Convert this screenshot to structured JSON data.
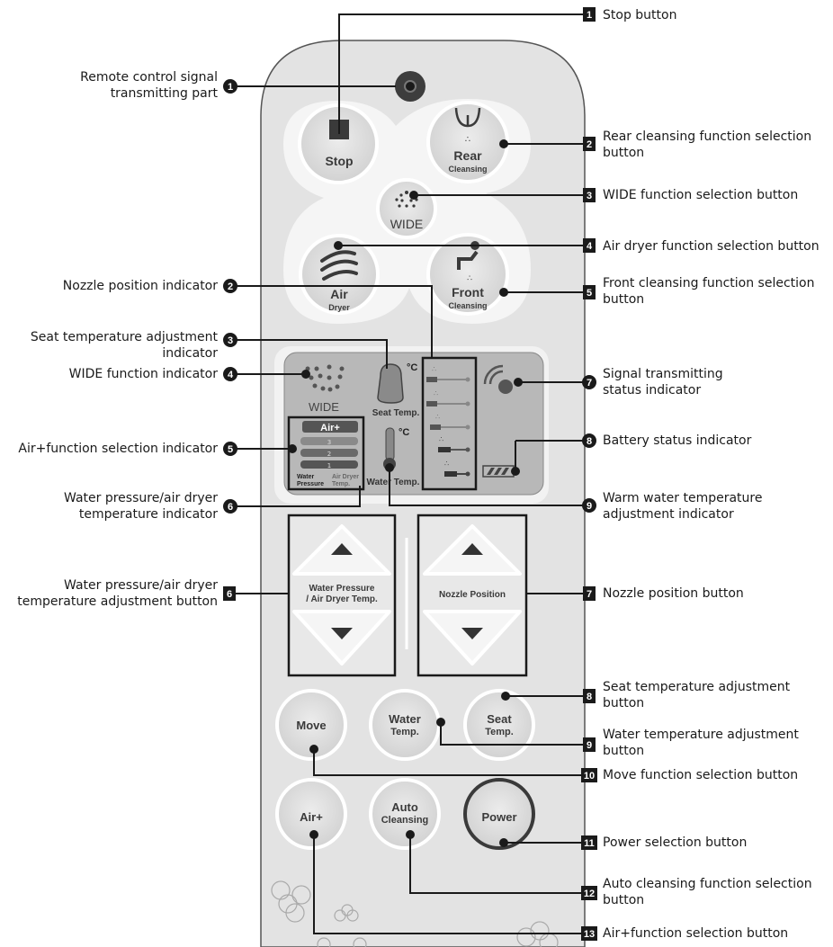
{
  "remote": {
    "buttons": {
      "stop": "Stop",
      "rear": "Rear",
      "rear_sub": "Cleansing",
      "wide": "WIDE",
      "air": "Air",
      "air_sub": "Dryer",
      "front": "Front",
      "front_sub": "Cleansing",
      "water_pressure_1": "Water Pressure",
      "water_pressure_2": "/ Air Dryer Temp.",
      "nozzle_position": "Nozzle Position",
      "move": "Move",
      "water_temp_1": "Water",
      "water_temp_2": "Temp.",
      "seat_temp_1": "Seat",
      "seat_temp_2": "Temp.",
      "air_plus": "Air+",
      "auto_1": "Auto",
      "auto_2": "Cleansing",
      "power": "Power"
    },
    "display": {
      "wide": "WIDE",
      "seat_temp": "Seat Temp.",
      "water_temp": "Water Temp.",
      "deg_c": "°C",
      "air_plus": "Air+",
      "levels": [
        "3",
        "2",
        "1"
      ],
      "water_label_1": "Water",
      "water_label_2": "Pressure",
      "air_dryer_label_1": "Air Dryer",
      "air_dryer_label_2": "Temp."
    }
  },
  "callouts_right": [
    {
      "num": "1",
      "text": "Stop button"
    },
    {
      "num": "2",
      "text": "Rear cleansing function selection button"
    },
    {
      "num": "3",
      "text": "WIDE function selection button"
    },
    {
      "num": "4",
      "text": "Air dryer function selection button"
    },
    {
      "num": "5",
      "text": "Front cleansing function selection button"
    },
    {
      "num": "7",
      "text": "Signal transmitting status indicator"
    },
    {
      "num": "8",
      "text": "Battery status indicator"
    },
    {
      "num": "9",
      "text": "Warm water temperature adjustment indicator"
    },
    {
      "num": "7",
      "text": "Nozzle position button"
    },
    {
      "num": "8",
      "text": "Seat temperature adjustment button"
    },
    {
      "num": "9",
      "text": "Water temperature adjustment button"
    },
    {
      "num": "10",
      "text": "Move function selection button"
    },
    {
      "num": "11",
      "text": "Power selection button"
    },
    {
      "num": "12",
      "text": "Auto cleansing function selection button"
    },
    {
      "num": "13",
      "text": "Air+function selection button"
    }
  ],
  "callouts_left": [
    {
      "num": "1",
      "text": "Remote control signal transmitting part"
    },
    {
      "num": "2",
      "text": "Nozzle position indicator"
    },
    {
      "num": "3",
      "text": "Seat temperature adjustment indicator"
    },
    {
      "num": "4",
      "text": "WIDE function indicator"
    },
    {
      "num": "5",
      "text": "Air+function selection indicator"
    },
    {
      "num": "6",
      "text": "Water pressure/air dryer temperature indicator"
    },
    {
      "num": "6",
      "text": "Water pressure/air dryer temperature adjustment button"
    }
  ]
}
